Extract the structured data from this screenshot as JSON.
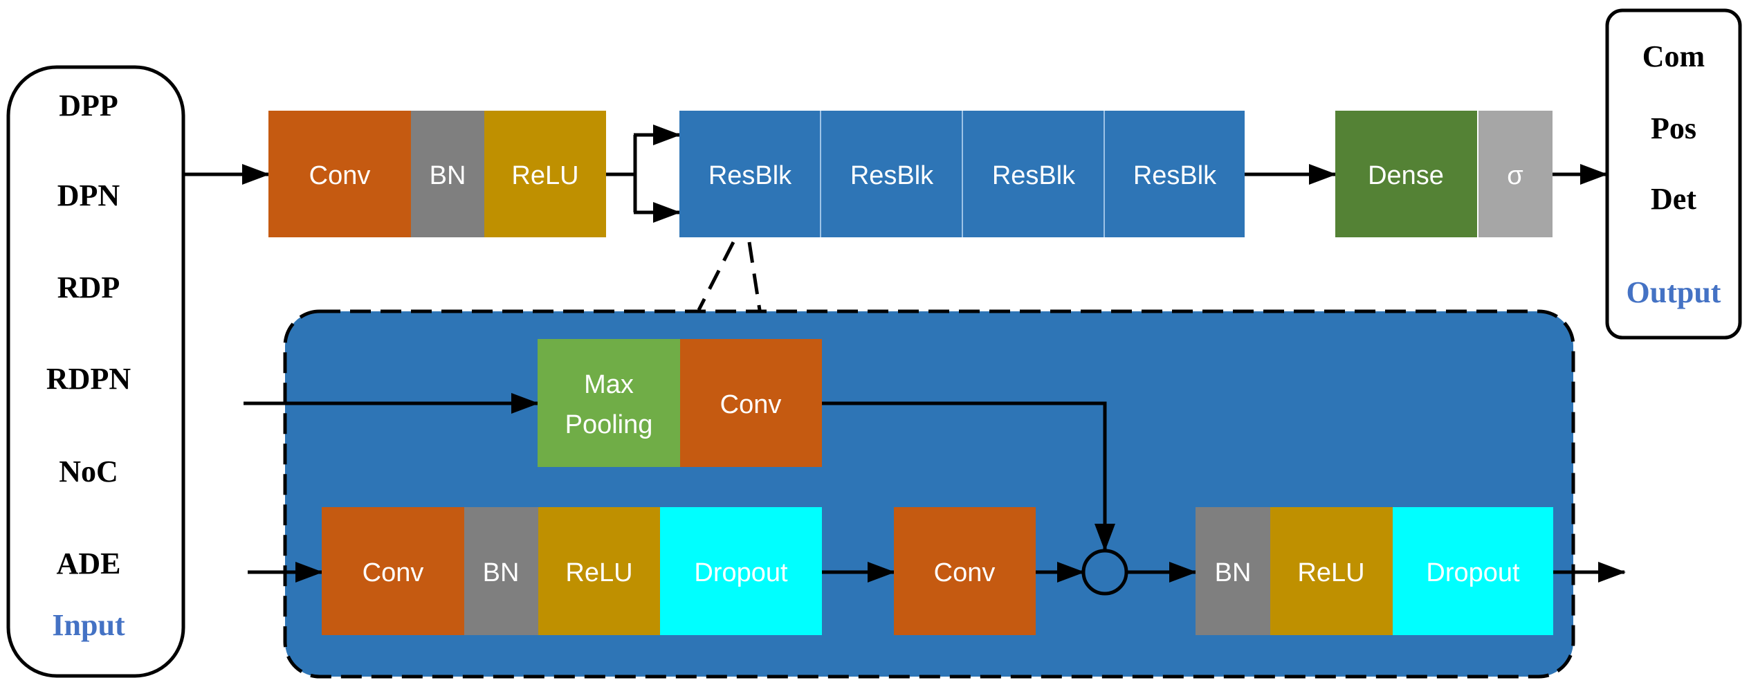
{
  "colors": {
    "conv": "#c55a11",
    "bn": "#7f7f7f",
    "relu": "#bf9000",
    "resblk": "#2e75b6",
    "dense": "#548235",
    "sigma": "#a6a6a6",
    "maxpool": "#70ad47",
    "dropout": "#00ffff",
    "panel": "#2e75b6",
    "label_blue": "#4472c4",
    "line": "#000000",
    "white_text": "#ffffff"
  },
  "input_panel": {
    "items": [
      "DPP",
      "DPN",
      "RDP",
      "RDPN",
      "NoC",
      "ADE"
    ],
    "caption": "Input"
  },
  "output_panel": {
    "items": [
      "Com",
      "Pos",
      "Det"
    ],
    "caption": "Output"
  },
  "top_row": {
    "stem": {
      "conv": "Conv",
      "bn": "BN",
      "relu": "ReLU"
    },
    "resblocks": [
      "ResBlk",
      "ResBlk",
      "ResBlk",
      "ResBlk"
    ],
    "head": {
      "dense": "Dense",
      "sigma": "σ"
    }
  },
  "resblock_detail": {
    "shortcut": {
      "pool_line1": "Max",
      "pool_line2": "Pooling",
      "conv": "Conv"
    },
    "main": {
      "conv": "Conv",
      "bn": "BN",
      "relu": "ReLU",
      "dropout": "Dropout",
      "conv2": "Conv"
    },
    "post": {
      "bn": "BN",
      "relu": "ReLU",
      "dropout": "Dropout"
    }
  }
}
